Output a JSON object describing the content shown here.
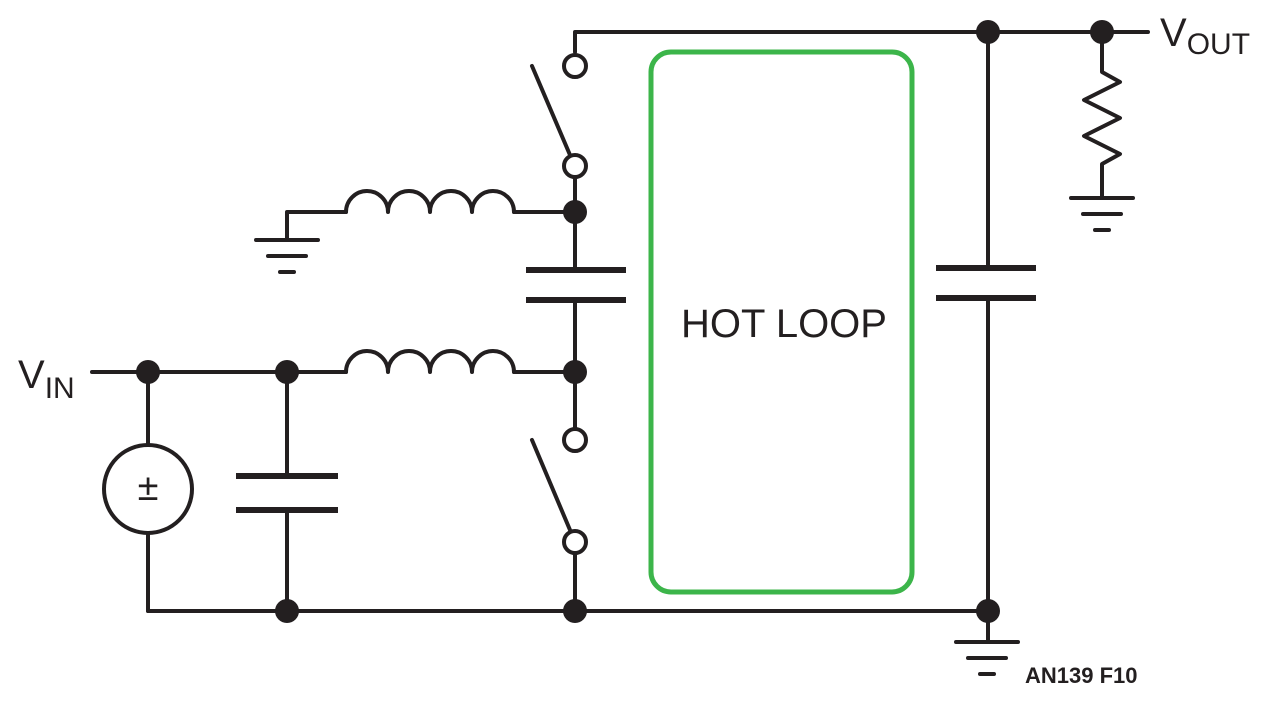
{
  "labels": {
    "vin_main": "V",
    "vin_sub": "IN",
    "vout_main": "V",
    "vout_sub": "OUT",
    "hot_loop": "HOT LOOP",
    "figure_id": "AN139 F10",
    "source_symbol": "±"
  },
  "colors": {
    "wire": "#231f20",
    "hot_loop": "#3cb54a",
    "background": "#ffffff"
  },
  "components": [
    {
      "type": "voltage-source"
    },
    {
      "type": "input-capacitor"
    },
    {
      "type": "input-inductor"
    },
    {
      "type": "lower-inductor-to-ground"
    },
    {
      "type": "flying-capacitor"
    },
    {
      "type": "top-switch"
    },
    {
      "type": "bottom-switch"
    },
    {
      "type": "output-capacitor"
    },
    {
      "type": "load-resistor"
    },
    {
      "type": "ground"
    }
  ]
}
